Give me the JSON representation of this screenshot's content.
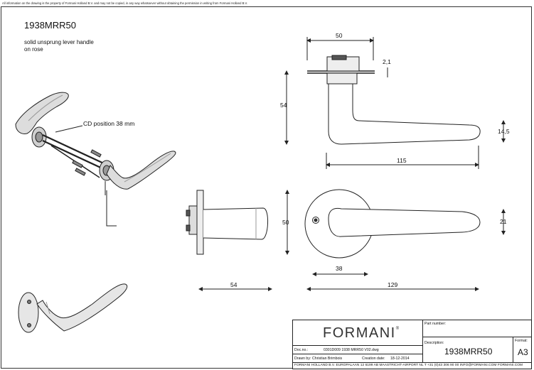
{
  "disclaimer": "All information on the drawing is the property of Formani Holland B.V. and may not be copied, in any way whatsoever without obtaining the permission in writing from Formani Holland B.V.",
  "product": {
    "code": "1938MRR50",
    "description_line1": "solid unsprung lever handle",
    "description_line2": "on rose"
  },
  "annotations": {
    "cd_position": "CD position 38 mm"
  },
  "dimensions": {
    "top_width": "50",
    "rose_thickness": "2,1",
    "height": "54",
    "lever_end": "14,5",
    "lever_length": "115",
    "rose_diameter_side": "50",
    "spindle_length": "54",
    "rose_radius": "38",
    "overall_length": "129",
    "grip_height": "21"
  },
  "title_block": {
    "logo": "FORMANI",
    "logo_mark": "®",
    "part_number_label": "Part number:",
    "description_label": "Description:",
    "description_value": "1938MRR50",
    "format_label": "Format:",
    "format_value": "A3",
    "doc_no_label": "Doc.no.:",
    "doc_no_value": "0301D009 1938 MRR50 V02.dwg",
    "drawn_by_label": "Drawn by:",
    "drawn_by_value": "Christian Brimbois",
    "creation_date_label": "Creation date:",
    "creation_date_value": "18-12-2014",
    "footer": "FORMANI HOLLAND B.V.  EUROPALAAN 12  6199 AB MAASTRICHT-AIRPORT NL  T +31 (0)43 306 90 00 INFO@FORMANI.COM FORMANI.COM"
  }
}
